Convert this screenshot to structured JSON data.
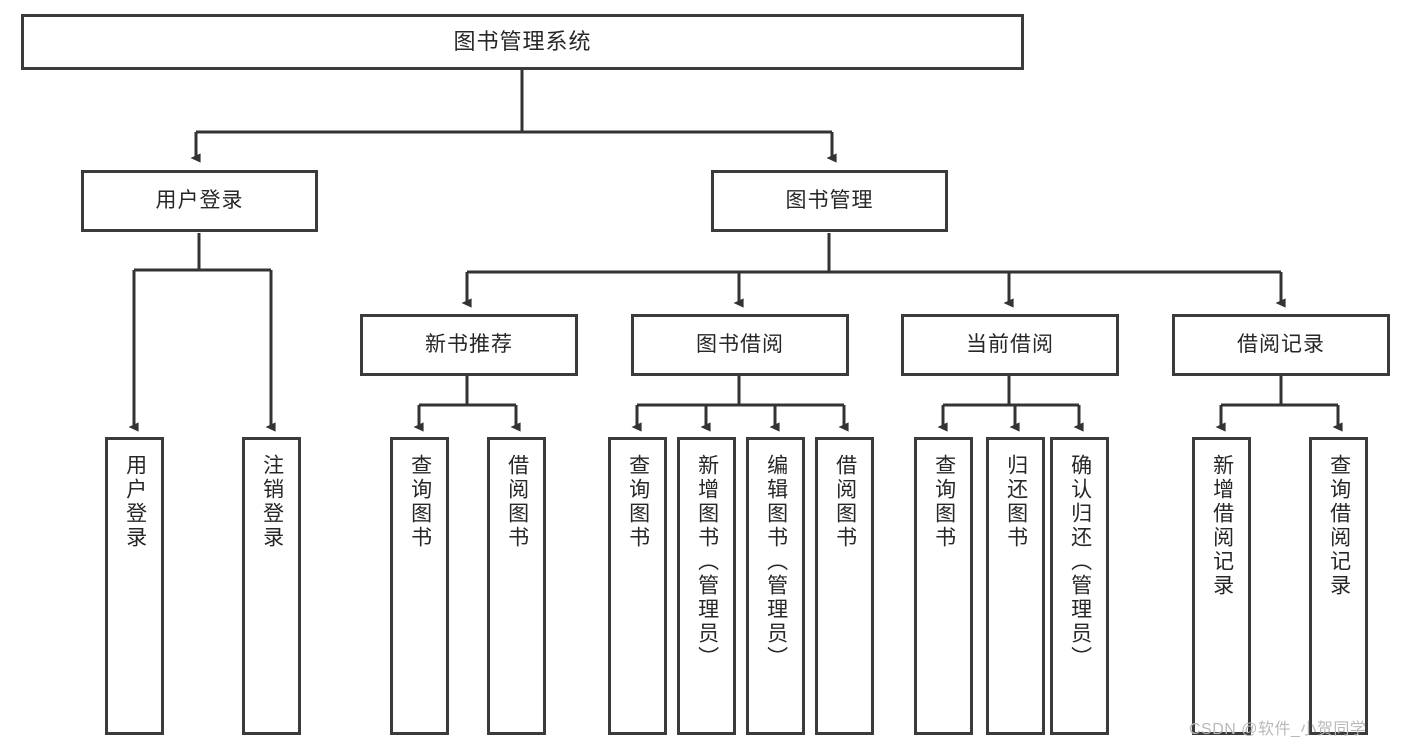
{
  "diagram": {
    "type": "tree-hierarchy",
    "title_node": {
      "label": "图书管理系统"
    },
    "level1": [
      {
        "id": "user-login",
        "label": "用户登录"
      },
      {
        "id": "book-management",
        "label": "图书管理"
      }
    ],
    "level2": [
      {
        "id": "new-book-recommend",
        "label": "新书推荐",
        "parent": "book-management"
      },
      {
        "id": "book-borrow",
        "label": "图书借阅",
        "parent": "book-management"
      },
      {
        "id": "current-borrow",
        "label": "当前借阅",
        "parent": "book-management"
      },
      {
        "id": "borrow-record",
        "label": "借阅记录",
        "parent": "book-management"
      }
    ],
    "leaves": [
      {
        "id": "leaf-user-login",
        "label": "用户登录",
        "parent": "user-login"
      },
      {
        "id": "leaf-logout",
        "label": "注销登录",
        "parent": "user-login"
      },
      {
        "id": "leaf-query-book-1",
        "label": "查询图书",
        "parent": "new-book-recommend"
      },
      {
        "id": "leaf-borrow-book-1",
        "label": "借阅图书",
        "parent": "new-book-recommend"
      },
      {
        "id": "leaf-query-book-2",
        "label": "查询图书",
        "parent": "book-borrow"
      },
      {
        "id": "leaf-add-book",
        "label": "新增图书（管理员）",
        "parent": "book-borrow"
      },
      {
        "id": "leaf-edit-book",
        "label": "编辑图书（管理员）",
        "parent": "book-borrow"
      },
      {
        "id": "leaf-borrow-book-2",
        "label": "借阅图书",
        "parent": "book-borrow"
      },
      {
        "id": "leaf-query-book-3",
        "label": "查询图书",
        "parent": "current-borrow"
      },
      {
        "id": "leaf-return-book",
        "label": "归还图书",
        "parent": "current-borrow"
      },
      {
        "id": "leaf-confirm-return",
        "label": "确认归还（管理员）",
        "parent": "current-borrow"
      },
      {
        "id": "leaf-add-record",
        "label": "新增借阅记录",
        "parent": "borrow-record"
      },
      {
        "id": "leaf-query-record",
        "label": "查询借阅记录",
        "parent": "borrow-record"
      }
    ],
    "watermark": "CSDN @软件_小贺同学",
    "colors": {
      "box_border": "#3b3b3b",
      "box_fill": "#ffffff",
      "connector": "#333333",
      "text": "#272727",
      "watermark": "#b9b9b9",
      "background": "#ffffff"
    }
  }
}
